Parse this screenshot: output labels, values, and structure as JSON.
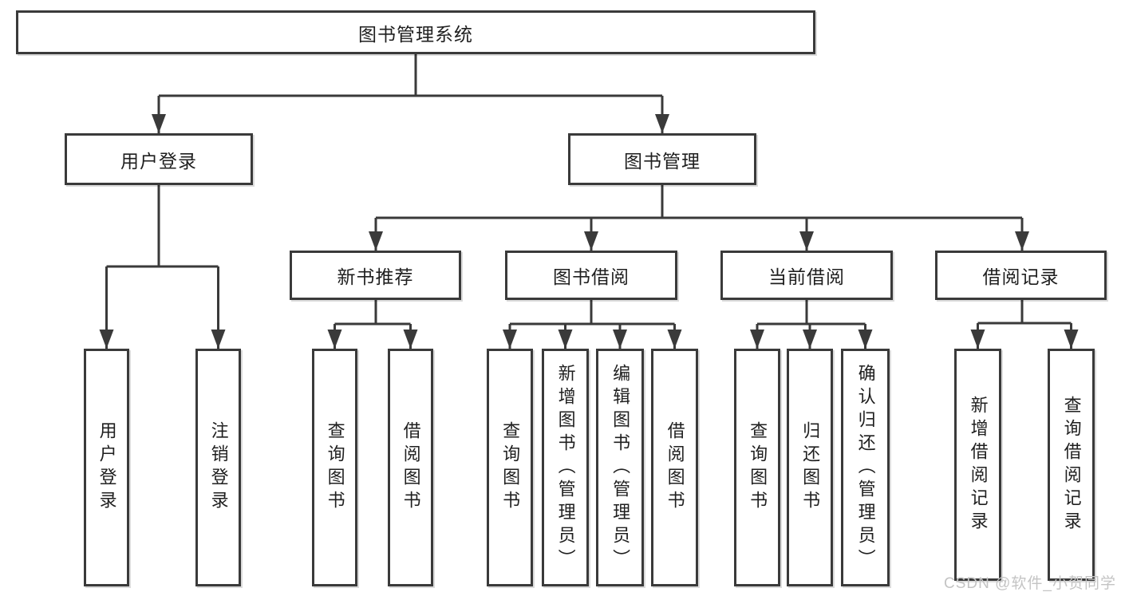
{
  "colors": {
    "line": "#3a3a3a",
    "text": "#1f1f1f",
    "box_bg": "#ffffff",
    "watermark": "#c4c4c4",
    "background": "#ffffff"
  },
  "watermark": "CSDN @软件_小贺同学",
  "diagram": {
    "type": "hierarchy-tree",
    "root_label": "图书管理系统",
    "login": {
      "label": "用户登录",
      "children": [
        "用户登录",
        "注销登录"
      ]
    },
    "management": {
      "label": "图书管理"
    },
    "modules": [
      {
        "label": "新书推荐",
        "children": [
          "查询图书",
          "借阅图书"
        ]
      },
      {
        "label": "图书借阅",
        "children": [
          "查询图书",
          "新增图书（管理员）",
          "编辑图书（管理员）",
          "借阅图书"
        ]
      },
      {
        "label": "当前借阅",
        "children": [
          "查询图书",
          "归还图书",
          "确认归还（管理员）"
        ]
      },
      {
        "label": "借阅记录",
        "children": [
          "新增借阅记录",
          "查询借阅记录"
        ]
      }
    ]
  }
}
